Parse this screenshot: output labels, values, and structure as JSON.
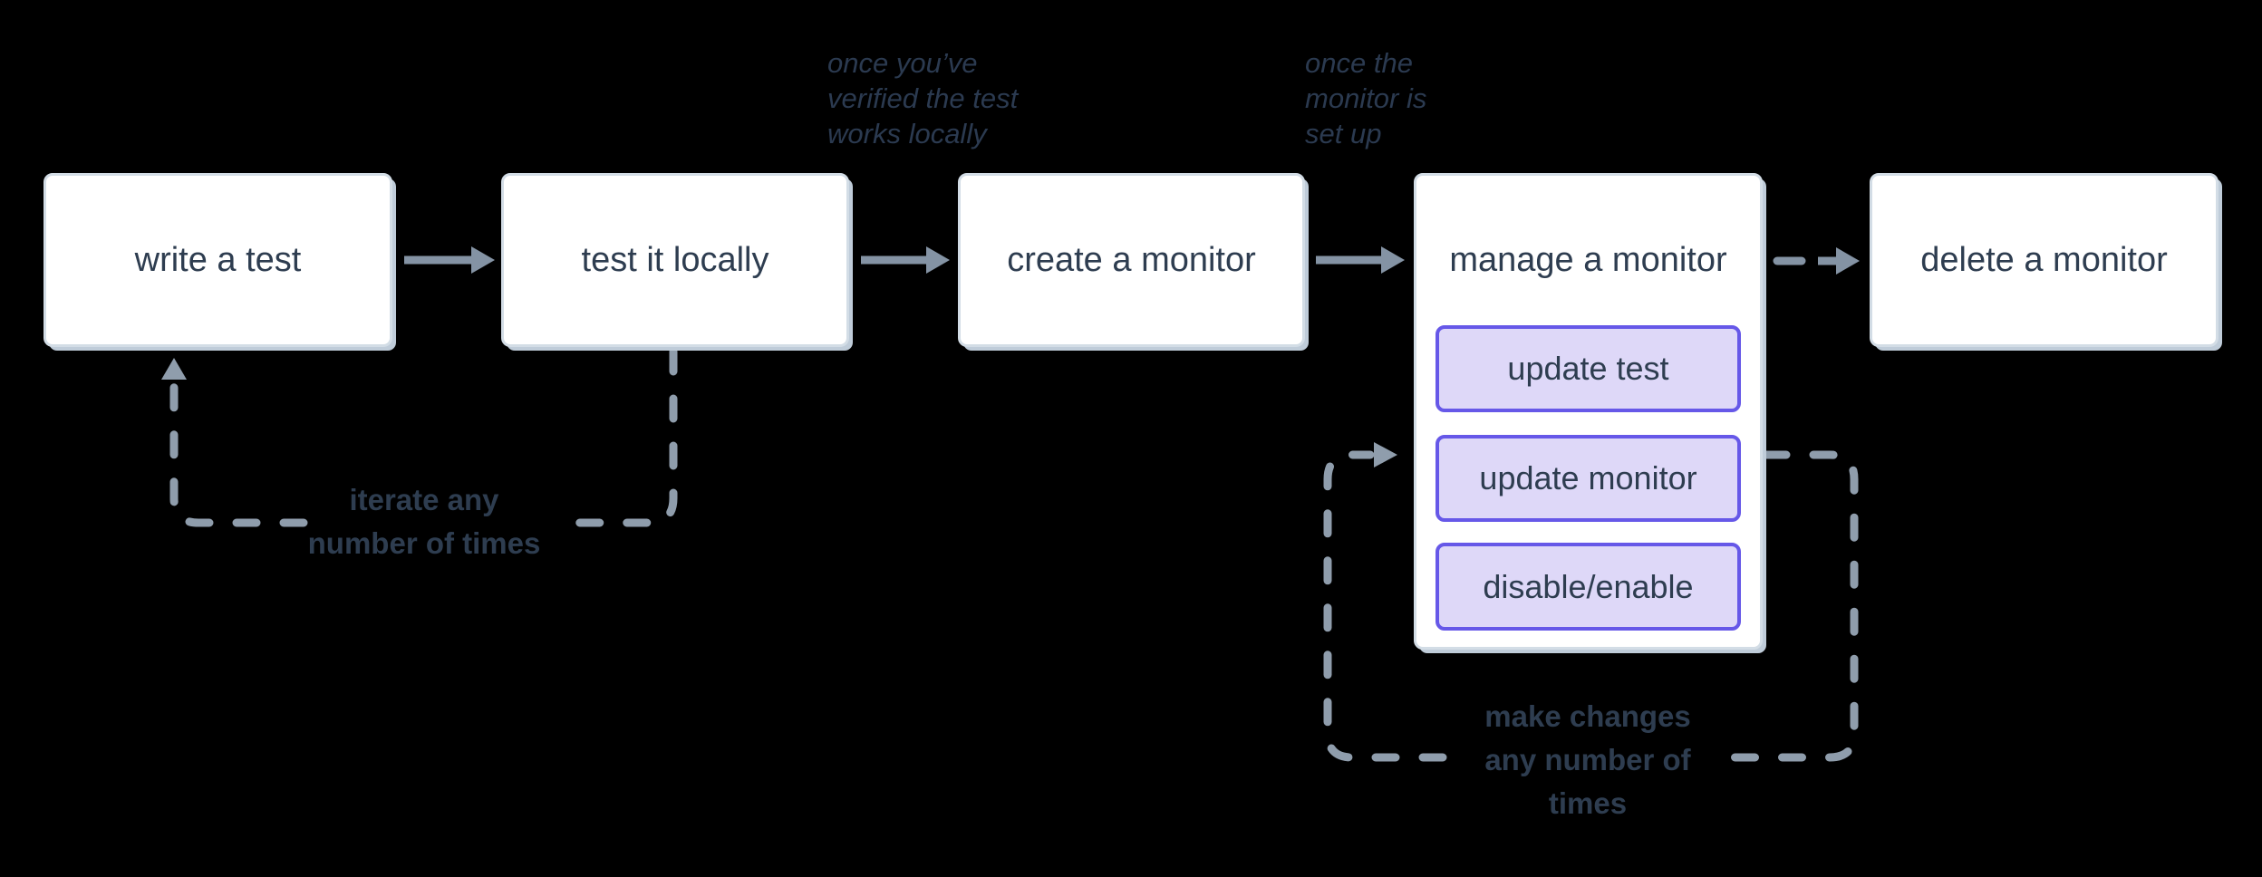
{
  "colors": {
    "background": "#000000",
    "node-fill": "#ffffff",
    "node-border": "#d3dde6",
    "node-shadow": "#bfccd9",
    "purple-border": "#6658e8",
    "purple-fill": "#ded8f8",
    "label": "#2e3d50",
    "annotation": "#2b3a50",
    "arrow": "#8493a4",
    "dash": "#8f9dac"
  },
  "flow": {
    "nodes": [
      {
        "label": "write a test"
      },
      {
        "label": "test it locally"
      },
      {
        "label": "create a monitor"
      },
      {
        "label": "manage a monitor",
        "children": [
          {
            "label": "update test"
          },
          {
            "label": "update monitor"
          },
          {
            "label": "disable/enable"
          }
        ]
      },
      {
        "label": "delete a monitor"
      }
    ],
    "annotations": [
      {
        "lines": [
          "once you’ve",
          "verified the test",
          "works locally"
        ]
      },
      {
        "lines": [
          "once the",
          "monitor is",
          "set up"
        ]
      }
    ],
    "loops": [
      {
        "lines": [
          "iterate any",
          "number of times"
        ]
      },
      {
        "lines": [
          "make changes",
          "any number of",
          "times"
        ]
      }
    ],
    "connectors": [
      {
        "from": "write a test",
        "to": "test it locally",
        "style": "solid-arrow"
      },
      {
        "from": "test it locally",
        "to": "create a monitor",
        "style": "solid-arrow"
      },
      {
        "from": "create a monitor",
        "to": "manage a monitor",
        "style": "solid-arrow"
      },
      {
        "from": "manage a monitor",
        "to": "delete a monitor",
        "style": "dashed-arrow"
      },
      {
        "from": "test it locally",
        "to": "write a test",
        "style": "dashed-loop"
      },
      {
        "from": "manage a monitor",
        "to": "manage a monitor",
        "style": "dashed-loop"
      }
    ]
  }
}
